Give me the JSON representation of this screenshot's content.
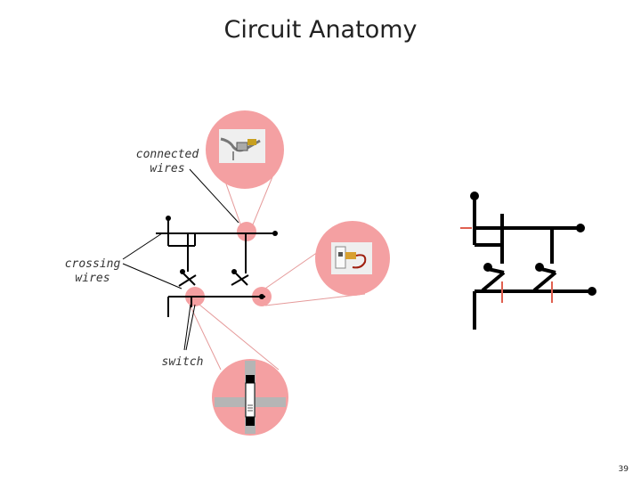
{
  "slide": {
    "title": "Circuit Anatomy",
    "page_number": "39"
  },
  "labels": {
    "connected_wires": "connected\nwires",
    "crossing_wires": "crossing\nwires",
    "switch": "switch"
  },
  "colors": {
    "highlight_pink": "#f4a0a2",
    "leader_pink": "#e59a9a",
    "wire_black": "#000000",
    "signal_red": "#e06050",
    "relay_gray": "#b5b5b5"
  },
  "icons": {
    "connected": "wire-connector-photo-icon",
    "crossing": "plug-socket-photo-icon",
    "switch": "relay-switch-icon"
  }
}
